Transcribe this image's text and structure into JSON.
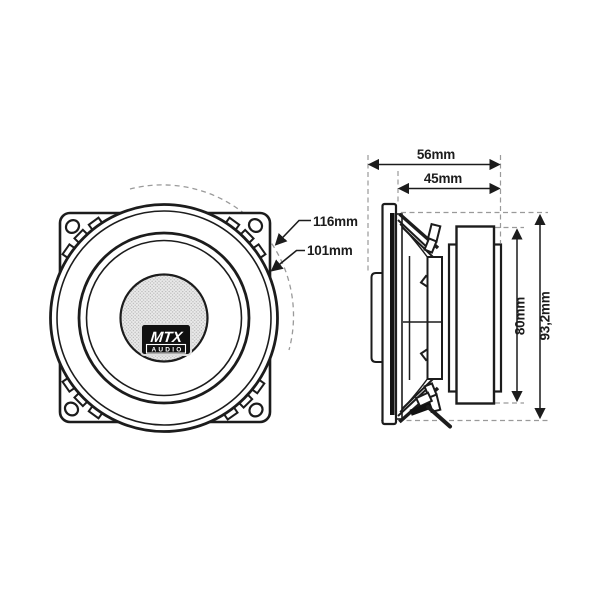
{
  "meta": {
    "title": "speaker dimension diagram",
    "background_color": "#ffffff",
    "line_color": "#1c1c1c",
    "dash_color": "#9a9a9a",
    "mesh_color": "#b9b9b9"
  },
  "front_view": {
    "description": "speaker front view with square mounting flange",
    "logo": {
      "brand": "MTX",
      "sub": "AUDIO"
    },
    "callouts": [
      {
        "label": "116mm",
        "points_to": "dashed cutout circle"
      },
      {
        "label": "101mm",
        "points_to": "outer rim circle"
      }
    ]
  },
  "side_view": {
    "description": "speaker side profile view",
    "dimensions": {
      "total_depth": "56mm",
      "mounting_depth": "45mm",
      "magnet_height": "80mm",
      "total_height": "93,2mm"
    }
  }
}
